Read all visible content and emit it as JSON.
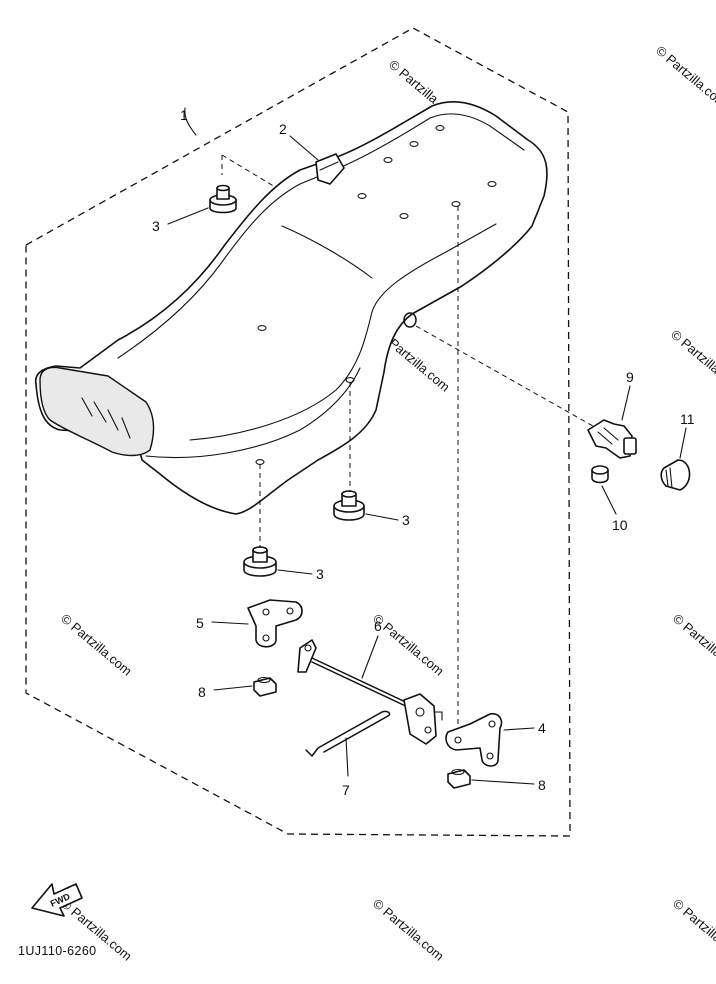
{
  "diagram_code": "1UJ110-6260",
  "fwd_badge": "FWD",
  "watermark_text": "© Partzilla.com",
  "callout_1": "1",
  "callouts": [
    {
      "id": "c2",
      "num": "2"
    },
    {
      "id": "c3a",
      "num": "3"
    },
    {
      "id": "c3b",
      "num": "3"
    },
    {
      "id": "c3c",
      "num": "3"
    },
    {
      "id": "c4",
      "num": "4"
    },
    {
      "id": "c5",
      "num": "5"
    },
    {
      "id": "c6",
      "num": "6"
    },
    {
      "id": "c7",
      "num": "7"
    },
    {
      "id": "c8a",
      "num": "8"
    },
    {
      "id": "c8b",
      "num": "8"
    },
    {
      "id": "c9",
      "num": "9"
    },
    {
      "id": "c10",
      "num": "10"
    },
    {
      "id": "c11",
      "num": "11"
    }
  ],
  "colors": {
    "line": "#111111",
    "watermark": "#c8c8c8",
    "background": "#ffffff"
  }
}
